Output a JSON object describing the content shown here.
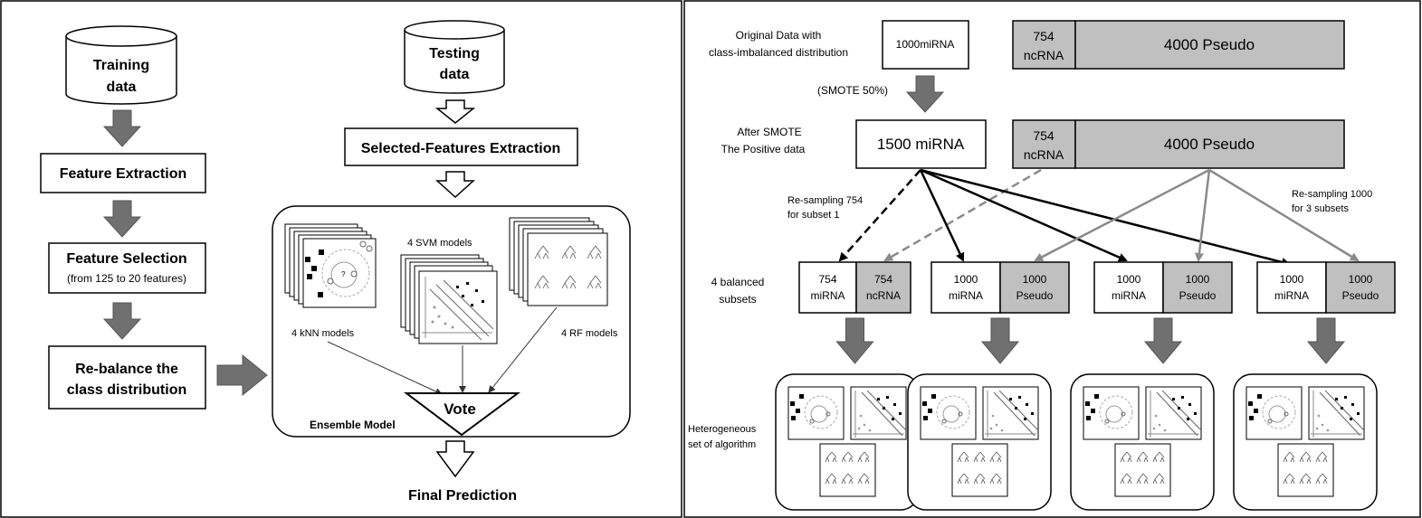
{
  "left": {
    "training_line1": "Training",
    "training_line2": "data",
    "feature_extraction": "Feature Extraction",
    "feature_selection": "Feature Selection",
    "feature_selection_sub": "(from 125 to 20 features)",
    "rebalance_line1": "Re-balance the",
    "rebalance_line2": "class distribution",
    "testing_line1": "Testing",
    "testing_line2": "data",
    "selected_features": "Selected-Features Extraction",
    "knn_label": "4 kNN models",
    "svm_label": "4 SVM models",
    "rf_label": "4 RF models",
    "vote": "Vote",
    "ensemble": "Ensemble Model",
    "final": "Final Prediction"
  },
  "right": {
    "original_line1": "Original Data with",
    "original_line2": "class-imbalanced distribution",
    "orig_mirna": "1000miRNA",
    "orig_ncrna_line1": "754",
    "orig_ncrna_line2": "ncRNA",
    "orig_pseudo": "4000 Pseudo",
    "smote": "(SMOTE 50%)",
    "after_line1": "After  SMOTE",
    "after_line2": "The Positive data",
    "after_mirna": "1500 miRNA",
    "after_ncrna_line1": "754",
    "after_ncrna_line2": "ncRNA",
    "after_pseudo": "4000 Pseudo",
    "resample1_line1": "Re-sampling 754",
    "resample1_line2": "for subset 1",
    "resample2_line1": "Re-sampling 1000",
    "resample2_line2": "for 3 subsets",
    "balanced_line1": "4 balanced",
    "balanced_line2": "subsets",
    "hetero_line1": "Heterogeneous",
    "hetero_line2": "set of algorithm",
    "subsets": [
      {
        "l1": "754",
        "l2": "miRNA",
        "r1": "754",
        "r2": "ncRNA"
      },
      {
        "l1": "1000",
        "l2": "miRNA",
        "r1": "1000",
        "r2": "Pseudo"
      },
      {
        "l1": "1000",
        "l2": "miRNA",
        "r1": "1000",
        "r2": "Pseudo"
      },
      {
        "l1": "1000",
        "l2": "miRNA",
        "r1": "1000",
        "r2": "Pseudo"
      }
    ]
  },
  "colors": {
    "gray_fill": "#c0c0c0",
    "arrow_gray": "#707070",
    "line_gray": "#8a8a8a"
  }
}
